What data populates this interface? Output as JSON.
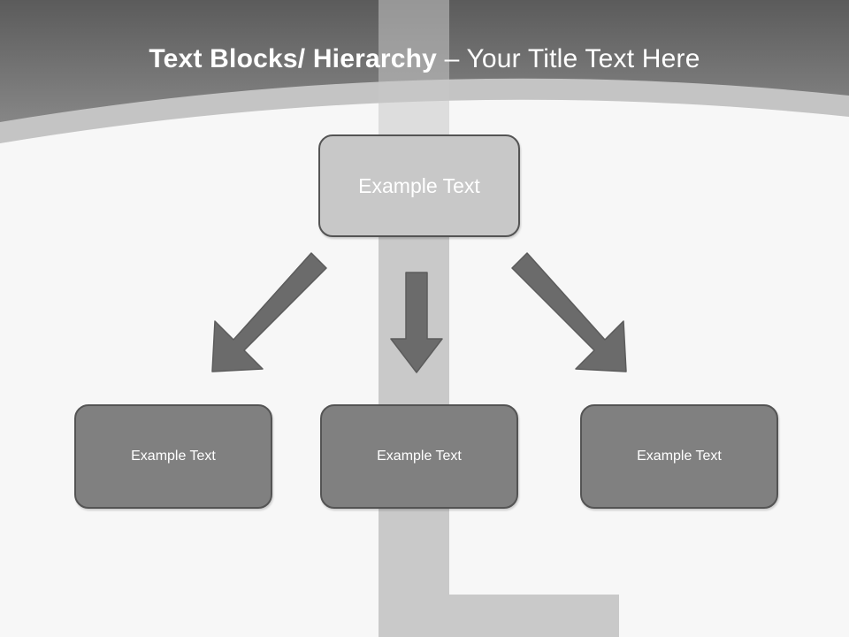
{
  "slide": {
    "background_color": "#f7f7f7",
    "header": {
      "title_bold": "Text Blocks/ Hierarchy",
      "title_separator": " – ",
      "title_regular": "Your Title Text Here",
      "title_full": "Text Blocks/ Hierarchy – Your Title Text Here",
      "band_color_top": "#5f5f5f",
      "band_color_bottom": "#828282",
      "arc_color": "#c4c4c4"
    },
    "diagram": {
      "top_node": {
        "label": "Example  Text",
        "fill": "#c8c8c8",
        "border": "#545454",
        "text_color": "#ffffff"
      },
      "child_nodes": [
        {
          "label": "Example Text",
          "fill": "#808080",
          "border": "#3c3c3c",
          "text_color": "#ffffff"
        },
        {
          "label": "Example Text",
          "fill": "#808080",
          "border": "#3c3c3c",
          "text_color": "#ffffff"
        },
        {
          "label": "Example Text",
          "fill": "#808080",
          "border": "#3c3c3c",
          "text_color": "#ffffff"
        }
      ],
      "connectors": [
        {
          "name": "arrow-down-left",
          "direction": "down-left",
          "color": "#6b6b6b"
        },
        {
          "name": "arrow-down",
          "direction": "down",
          "color": "#6b6b6b"
        },
        {
          "name": "arrow-down-right",
          "direction": "down-right",
          "color": "#6b6b6b"
        }
      ],
      "decoration_band_color": "#c9c9c9"
    }
  }
}
